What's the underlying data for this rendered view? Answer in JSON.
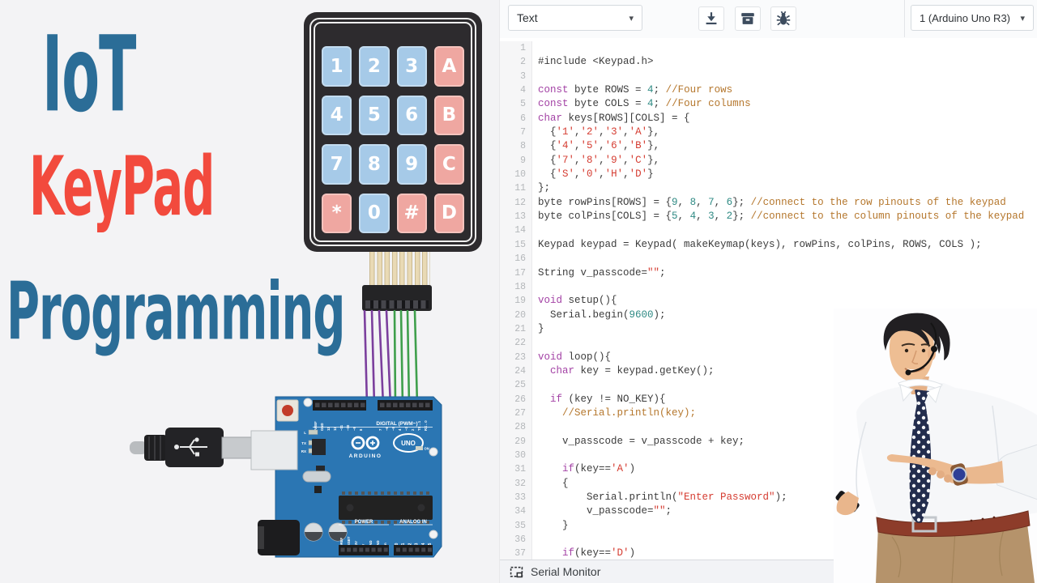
{
  "left": {
    "titles": [
      {
        "text": "IoT",
        "color": "#2b6d97"
      },
      {
        "text": "KeyPad",
        "color": "#f24a3d"
      },
      {
        "text": "Programming",
        "color": "#2b6d97"
      }
    ],
    "keypad": {
      "rows": [
        [
          {
            "l": "1",
            "c": "b"
          },
          {
            "l": "2",
            "c": "b"
          },
          {
            "l": "3",
            "c": "b"
          },
          {
            "l": "A",
            "c": "p"
          }
        ],
        [
          {
            "l": "4",
            "c": "b"
          },
          {
            "l": "5",
            "c": "b"
          },
          {
            "l": "6",
            "c": "b"
          },
          {
            "l": "B",
            "c": "p"
          }
        ],
        [
          {
            "l": "7",
            "c": "b"
          },
          {
            "l": "8",
            "c": "b"
          },
          {
            "l": "9",
            "c": "b"
          },
          {
            "l": "C",
            "c": "p"
          }
        ],
        [
          {
            "l": "*",
            "c": "p"
          },
          {
            "l": "0",
            "c": "b"
          },
          {
            "l": "#",
            "c": "p"
          },
          {
            "l": "D",
            "c": "p"
          }
        ]
      ],
      "key_blue": "#a6cae8",
      "key_pink": "#efa7a1"
    },
    "arduino": {
      "digital_label": "DIGITAL (PWM~)",
      "brand": "ARDUINO",
      "model": "UNO",
      "on_label": "ON",
      "led_labels": [
        "L",
        "TX",
        "RX"
      ],
      "top_pins_left": [
        "AREF",
        "GND",
        "13",
        "12",
        "~11",
        "~10",
        "~9",
        "8"
      ],
      "top_pins_right": [
        "7",
        "~6",
        "~5",
        "4",
        "~3",
        "2",
        "TX→1",
        "RX←0"
      ],
      "power_label": "POWER",
      "power_pins": [
        "IOREF",
        "RESET",
        "3.3V",
        "5V",
        "GND",
        "GND",
        "Vin"
      ],
      "analog_label": "ANALOG IN",
      "analog_pins": [
        "A0",
        "A1",
        "A2",
        "A3",
        "A4",
        "A5"
      ],
      "wire_purple": "#7b3f9d",
      "wire_green": "#3f9f4c"
    }
  },
  "toolbar": {
    "file_select": "Text",
    "board_select": "1 (Arduino Uno R3)",
    "icons": [
      "download-icon",
      "archive-icon",
      "debug-icon"
    ]
  },
  "editor": {
    "lines": [
      [],
      [
        [
          "p",
          "#include <Keypad.h>"
        ]
      ],
      [],
      [
        [
          "k",
          "const"
        ],
        [
          "p",
          " byte ROWS = "
        ],
        [
          "n",
          "4"
        ],
        [
          "p",
          "; "
        ],
        [
          "c",
          "//Four rows"
        ]
      ],
      [
        [
          "k",
          "const"
        ],
        [
          "p",
          " byte COLS = "
        ],
        [
          "n",
          "4"
        ],
        [
          "p",
          "; "
        ],
        [
          "c",
          "//Four columns"
        ]
      ],
      [
        [
          "k",
          "char"
        ],
        [
          "p",
          " keys[ROWS][COLS] = {"
        ]
      ],
      [
        [
          "p",
          "  {"
        ],
        [
          "s",
          "'1'"
        ],
        [
          "p",
          ","
        ],
        [
          "s",
          "'2'"
        ],
        [
          "p",
          ","
        ],
        [
          "s",
          "'3'"
        ],
        [
          "p",
          ","
        ],
        [
          "s",
          "'A'"
        ],
        [
          "p",
          "},"
        ]
      ],
      [
        [
          "p",
          "  {"
        ],
        [
          "s",
          "'4'"
        ],
        [
          "p",
          ","
        ],
        [
          "s",
          "'5'"
        ],
        [
          "p",
          ","
        ],
        [
          "s",
          "'6'"
        ],
        [
          "p",
          ","
        ],
        [
          "s",
          "'B'"
        ],
        [
          "p",
          "},"
        ]
      ],
      [
        [
          "p",
          "  {"
        ],
        [
          "s",
          "'7'"
        ],
        [
          "p",
          ","
        ],
        [
          "s",
          "'8'"
        ],
        [
          "p",
          ","
        ],
        [
          "s",
          "'9'"
        ],
        [
          "p",
          ","
        ],
        [
          "s",
          "'C'"
        ],
        [
          "p",
          "},"
        ]
      ],
      [
        [
          "p",
          "  {"
        ],
        [
          "s",
          "'S'"
        ],
        [
          "p",
          ","
        ],
        [
          "s",
          "'0'"
        ],
        [
          "p",
          ","
        ],
        [
          "s",
          "'H'"
        ],
        [
          "p",
          ","
        ],
        [
          "s",
          "'D'"
        ],
        [
          "p",
          "}"
        ]
      ],
      [
        [
          "p",
          "};"
        ]
      ],
      [
        [
          "p",
          "byte rowPins[ROWS] = {"
        ],
        [
          "n",
          "9"
        ],
        [
          "p",
          ", "
        ],
        [
          "n",
          "8"
        ],
        [
          "p",
          ", "
        ],
        [
          "n",
          "7"
        ],
        [
          "p",
          ", "
        ],
        [
          "n",
          "6"
        ],
        [
          "p",
          "}; "
        ],
        [
          "c",
          "//connect to the row pinouts of the keypad"
        ]
      ],
      [
        [
          "p",
          "byte colPins[COLS] = {"
        ],
        [
          "n",
          "5"
        ],
        [
          "p",
          ", "
        ],
        [
          "n",
          "4"
        ],
        [
          "p",
          ", "
        ],
        [
          "n",
          "3"
        ],
        [
          "p",
          ", "
        ],
        [
          "n",
          "2"
        ],
        [
          "p",
          "}; "
        ],
        [
          "c",
          "//connect to the column pinouts of the keypad"
        ]
      ],
      [],
      [
        [
          "p",
          "Keypad keypad = Keypad( makeKeymap(keys), rowPins, colPins, ROWS, COLS );"
        ]
      ],
      [],
      [
        [
          "p",
          "String v_passcode="
        ],
        [
          "s",
          "\"\""
        ],
        [
          "p",
          ";"
        ]
      ],
      [],
      [
        [
          "k",
          "void"
        ],
        [
          "p",
          " setup(){"
        ]
      ],
      [
        [
          "p",
          "  Serial.begin("
        ],
        [
          "n",
          "9600"
        ],
        [
          "p",
          ");"
        ]
      ],
      [
        [
          "p",
          "}"
        ]
      ],
      [],
      [
        [
          "k",
          "void"
        ],
        [
          "p",
          " loop(){"
        ]
      ],
      [
        [
          "p",
          "  "
        ],
        [
          "k",
          "char"
        ],
        [
          "p",
          " key = keypad.getKey();"
        ]
      ],
      [],
      [
        [
          "p",
          "  "
        ],
        [
          "k",
          "if"
        ],
        [
          "p",
          " (key != NO_KEY){"
        ]
      ],
      [
        [
          "p",
          "    "
        ],
        [
          "c",
          "//Serial.println(key);"
        ]
      ],
      [],
      [
        [
          "p",
          "    v_passcode = v_passcode + key;"
        ]
      ],
      [],
      [
        [
          "p",
          "    "
        ],
        [
          "k",
          "if"
        ],
        [
          "p",
          "(key=="
        ],
        [
          "s",
          "'A'"
        ],
        [
          "p",
          ")"
        ]
      ],
      [
        [
          "p",
          "    {"
        ]
      ],
      [
        [
          "p",
          "        Serial.println("
        ],
        [
          "s",
          "\"Enter Password\""
        ],
        [
          "p",
          ");"
        ]
      ],
      [
        [
          "p",
          "        v_passcode="
        ],
        [
          "s",
          "\"\""
        ],
        [
          "p",
          ";"
        ]
      ],
      [
        [
          "p",
          "    }"
        ]
      ],
      [],
      [
        [
          "p",
          "    "
        ],
        [
          "k",
          "if"
        ],
        [
          "p",
          "(key=="
        ],
        [
          "s",
          "'D'"
        ],
        [
          "p",
          ")"
        ]
      ]
    ]
  },
  "serial": {
    "label": "Serial Monitor"
  },
  "colors": {
    "keyword": "#a342a5",
    "number": "#2f8a84",
    "string": "#d53c31",
    "comment": "#b5772d",
    "code": "#3c3c3c",
    "title_blue": "#2b6d97",
    "title_red": "#f24a3d",
    "board_blue": "#2b76b3"
  }
}
